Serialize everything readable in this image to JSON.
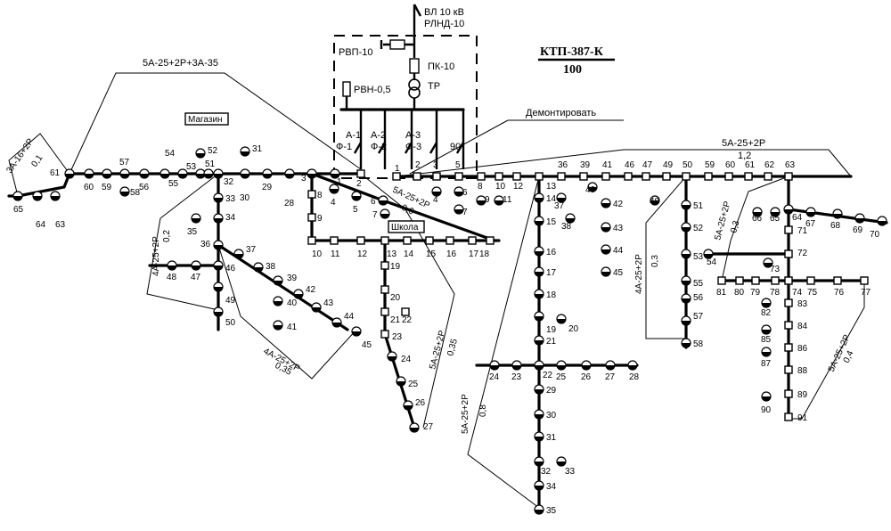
{
  "title": "КТП-387-К",
  "subtitle": "100",
  "source_line": "ВЛ 10 кВ",
  "source_switch": "РЛНД-10",
  "equipment": {
    "rvp": "РВП-10",
    "pk": "ПК-10",
    "tr": "ТР",
    "rvn": "РВН-0,5"
  },
  "feeders": [
    {
      "label": "А-1",
      "name": "Ф-1"
    },
    {
      "label": "А-2",
      "name": "Ф-2"
    },
    {
      "label": "А-3",
      "name": "Ф-3"
    },
    {
      "label": "",
      "name": "90"
    }
  ],
  "notes": {
    "dismantle": "Демонтировать",
    "shop": "Магазин",
    "school": "Школа"
  },
  "cables": [
    {
      "id": "c1",
      "text": "5А-25+2Р+3А-35"
    },
    {
      "id": "c2",
      "text": "3А-16+2Р"
    },
    {
      "id": "c3",
      "text": "0,1"
    },
    {
      "id": "c4",
      "text": "5А-25+2Р"
    },
    {
      "id": "c5",
      "text": "1,2"
    },
    {
      "id": "c6",
      "text": "5А-25+2Р"
    },
    {
      "id": "c7",
      "text": "0,6"
    },
    {
      "id": "c8",
      "text": "4А-25+2Р"
    },
    {
      "id": "c9",
      "text": "0,2"
    },
    {
      "id": "c10",
      "text": "4А-25+2Р"
    },
    {
      "id": "c11",
      "text": "0,35"
    },
    {
      "id": "c12",
      "text": "5А-25+2Р"
    },
    {
      "id": "c13",
      "text": "0,35"
    },
    {
      "id": "c14",
      "text": "5А-25+2Р"
    },
    {
      "id": "c15",
      "text": "0,8"
    },
    {
      "id": "c16",
      "text": "4А-25+2Р"
    },
    {
      "id": "c17",
      "text": "0,3"
    },
    {
      "id": "c18",
      "text": "5А-25+2Р"
    },
    {
      "id": "c19",
      "text": "0,3"
    },
    {
      "id": "c20",
      "text": "5А-25+2Р"
    },
    {
      "id": "c21",
      "text": "0,4"
    }
  ]
}
